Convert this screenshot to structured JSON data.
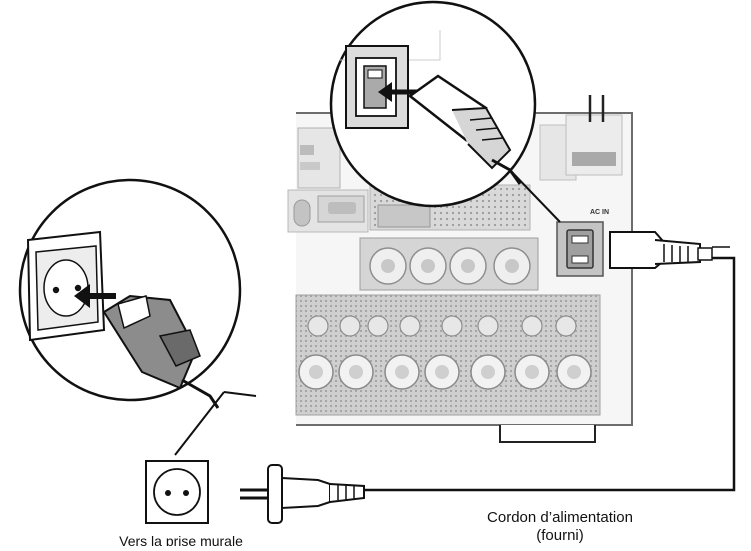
{
  "captions": {
    "power_cord_line1": "Cordon d’alimentation",
    "power_cord_line2": "(fourni)",
    "wall_outlet": "Vers la prise murale"
  },
  "receiver": {
    "ac_in_label": "AC IN"
  },
  "colors": {
    "line": "#111111",
    "panel": "#e9e9e9",
    "panel_dark": "#bdbdbd",
    "zoom_fill": "#ffffff"
  }
}
